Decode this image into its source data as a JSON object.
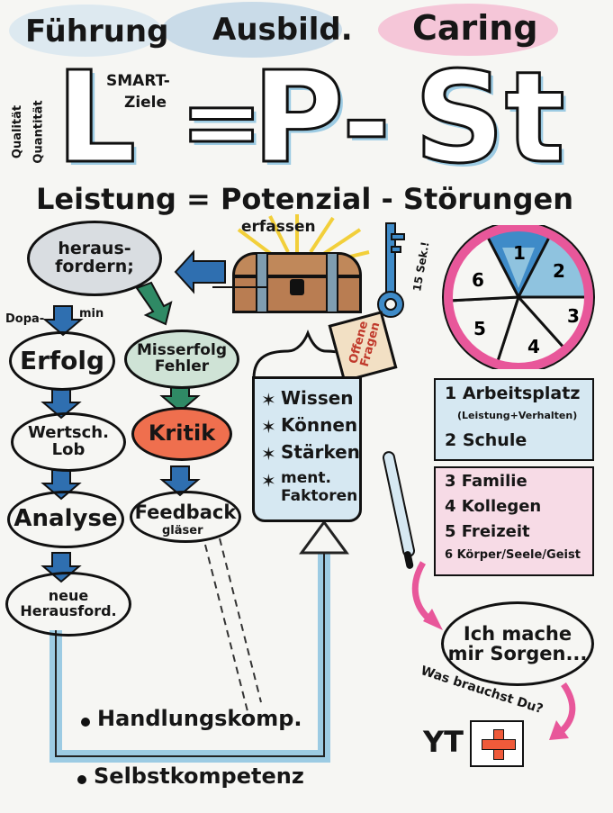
{
  "header": {
    "tab1": "Führung",
    "tab2": "Ausbild.",
    "tab3": "Caring",
    "tab1_color": "#c9dbe8",
    "tab2_color": "#c9dbe8",
    "tab3_color": "#f5c6d8"
  },
  "formula": {
    "l": "L",
    "eq": "=",
    "p": "P",
    "minus": "-",
    "st": "St",
    "smart": "SMART-",
    "ziele": "Ziele",
    "qualitaet": "Qualität",
    "quantitaet": "Quantität",
    "sentence": "Leistung = Potenzial - Störungen",
    "erfassen": "erfassen"
  },
  "left": {
    "herausfordern": "heraus-\nfordern;",
    "dopa": "Dopa-",
    "min": "min",
    "erfolg": "Erfolg",
    "wertsch": "Wertsch.\nLob",
    "analyse": "Analyse",
    "neue": "neue\nHerausford.",
    "misserfolg": "Misserfolg\nFehler",
    "kritik": "Kritik",
    "feedback": "Feedback",
    "glaeser": "gläser"
  },
  "middle": {
    "items": [
      "Wissen",
      "Können",
      "Stärken",
      "ment.\nFaktoren"
    ],
    "offene": "Offene\nFragen",
    "sek": "15 Sek.!"
  },
  "pie": {
    "labels": [
      "1",
      "2",
      "3",
      "4",
      "5",
      "6"
    ]
  },
  "list": {
    "item1": "1 Arbeitsplatz",
    "item1_sub": "(Leistung+Verhalten)",
    "item2": "2 Schule",
    "item3": "3 Familie",
    "item4": "4 Kollegen",
    "item5": "5 Freizeit",
    "item6": "6 Körper/Seele/Geist"
  },
  "right": {
    "sorgen": "Ich mache\nmir Sorgen...",
    "brauchst": "Was brauchst Du?",
    "yt": "YT"
  },
  "bottom": {
    "handlung": "Handlungskomp.",
    "selbst": "Selbstkompetenz"
  },
  "colors": {
    "blue": "#8fc3df",
    "pink": "#e8579a",
    "orange": "#ef6f4e",
    "green": "#2f8a65",
    "light_green": "#cfe3d6",
    "grey": "#d9dde1"
  }
}
